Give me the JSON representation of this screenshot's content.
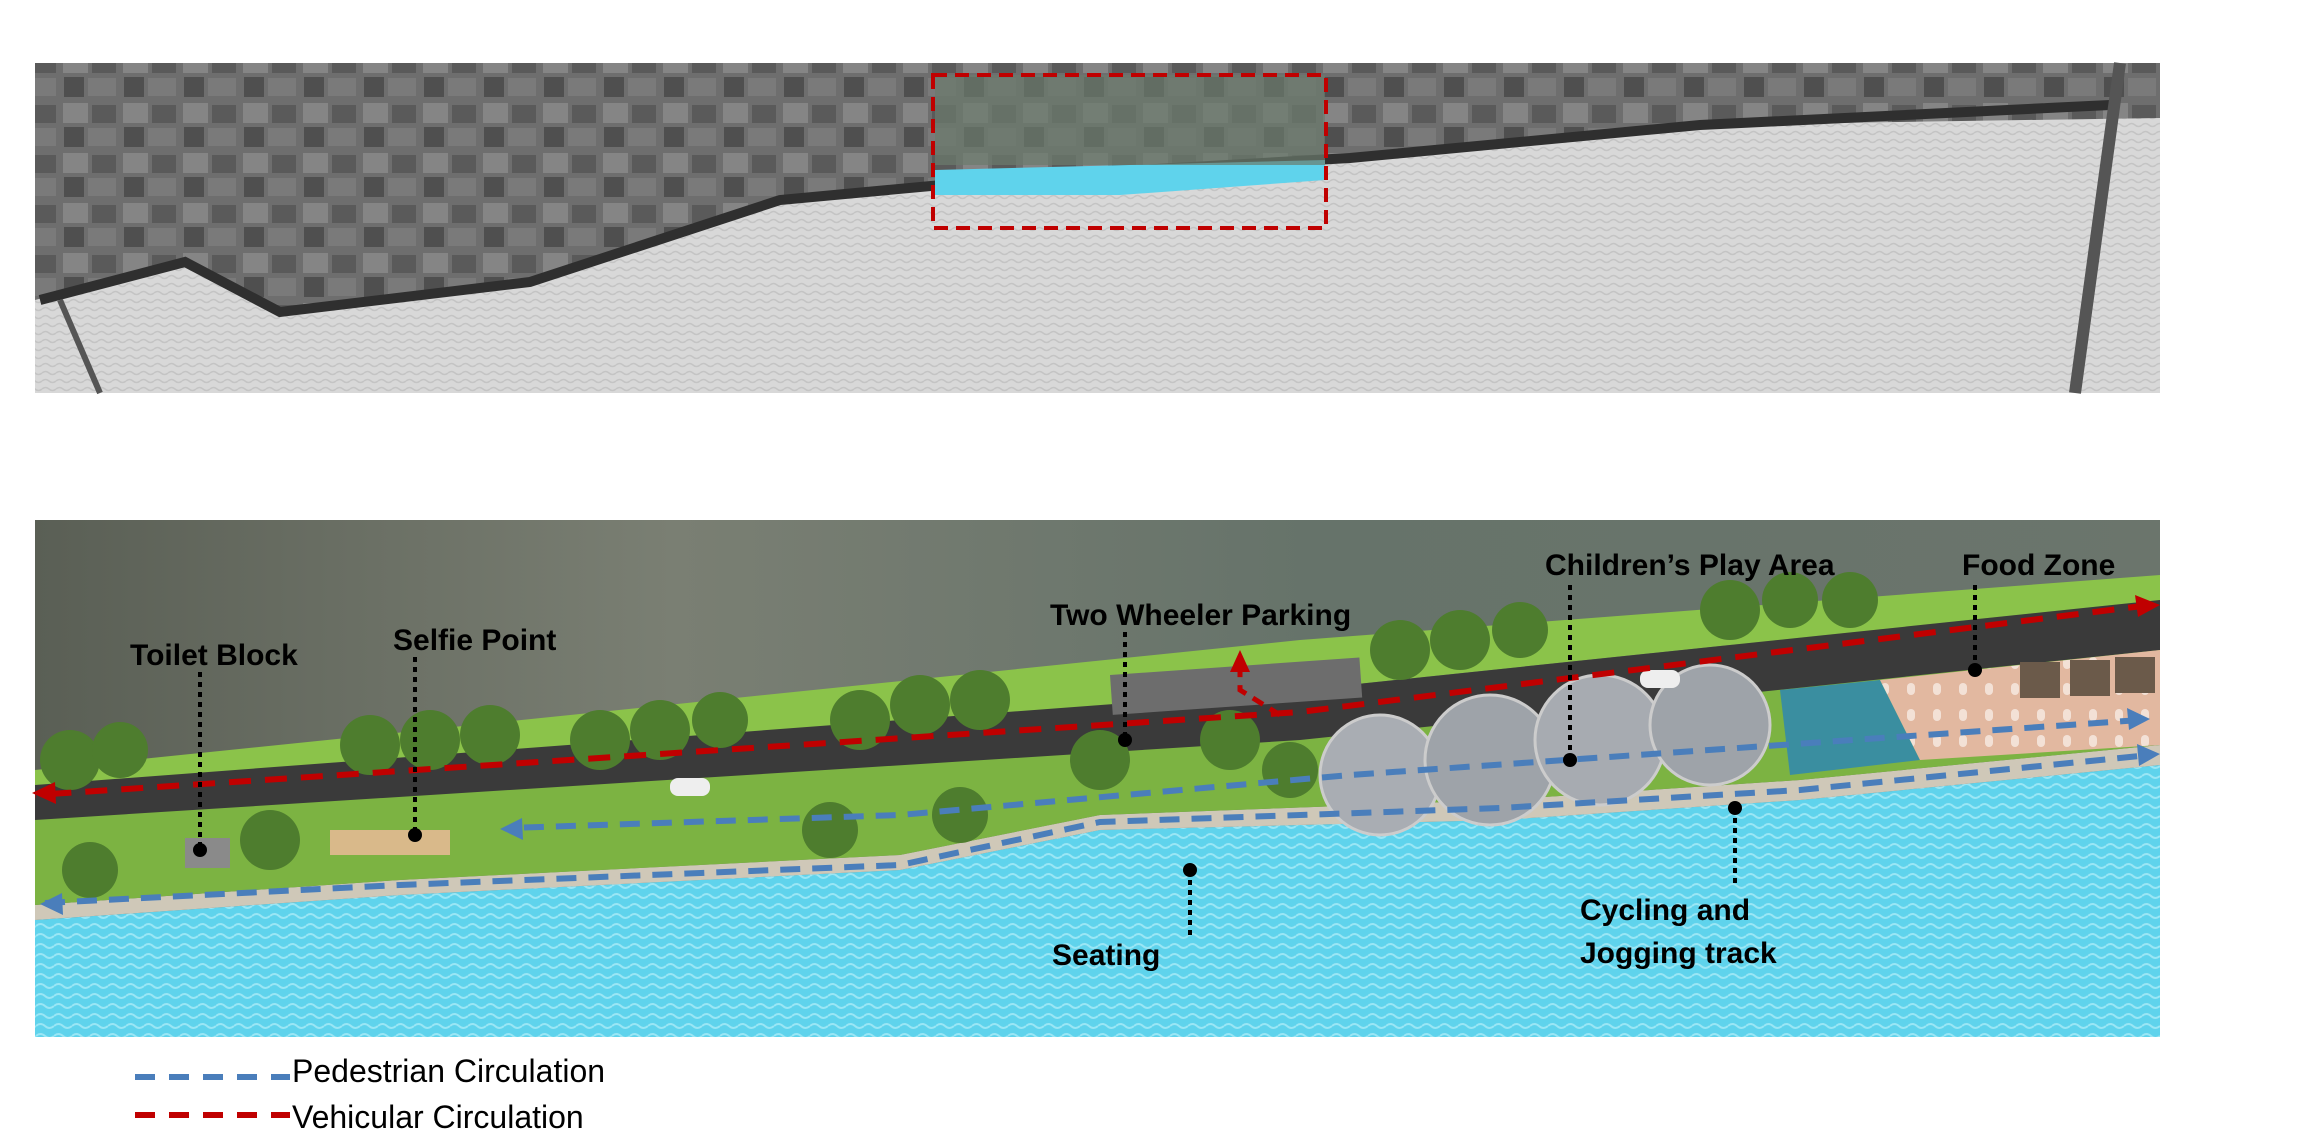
{
  "labels": {
    "toilet_block": "Toilet Block",
    "selfie_point": "Selfie Point",
    "two_wheeler_parking": "Two Wheeler Parking",
    "childrens_play_area": "Children’s Play Area",
    "food_zone": "Food Zone",
    "seating": "Seating",
    "cycling_line1": "Cycling and",
    "cycling_line2": "Jogging track"
  },
  "legend": {
    "pedestrian": "Pedestrian  Circulation",
    "vehicular": "Vehicular  Circulation"
  },
  "colors": {
    "pedestrian": "#4a7ebb",
    "vehicular": "#c00000",
    "water": "#5fd3ec",
    "road": "#3a3a3a",
    "grass": "#7cb342",
    "highlight_box": "#c00000"
  }
}
